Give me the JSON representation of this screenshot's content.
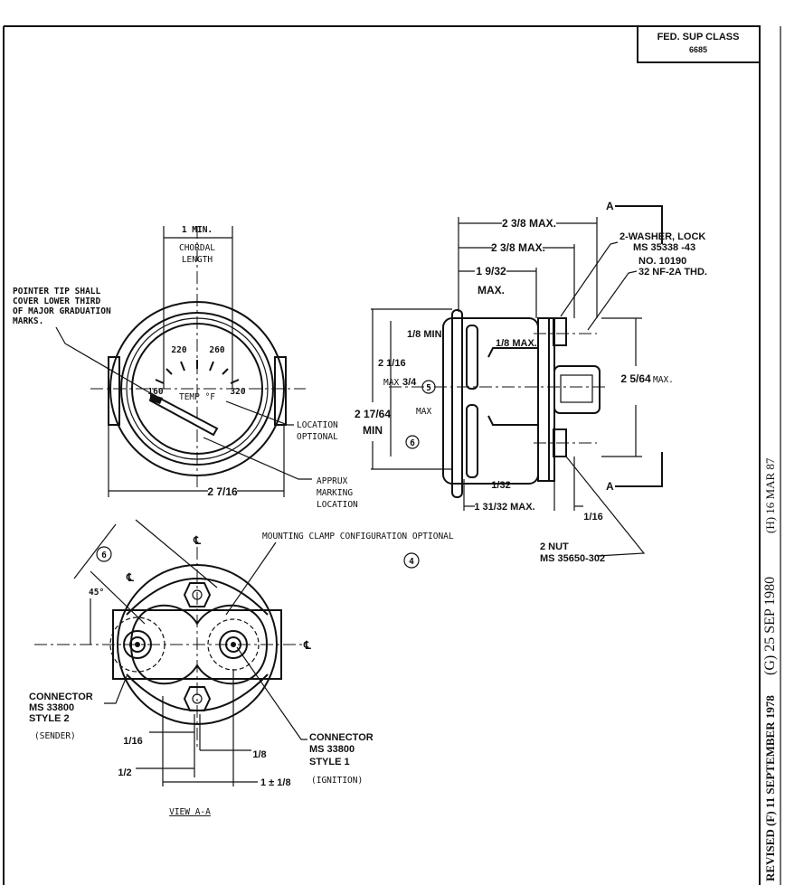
{
  "title_block": {
    "line1": "FED. SUP CLASS",
    "line2": "6685"
  },
  "revision_strip": {
    "revised_f": "REVISED (F) 11 SEPTEMBER 1978",
    "revised_g": "(G) 25 SEP 1980",
    "revised_h": "(H) 16 MAR 87"
  },
  "front_view": {
    "chordal_dim": "1 MIN.",
    "chordal_label_1": "CHORDAL",
    "chordal_label_2": "LENGTH",
    "scale": [
      "160",
      "220",
      "260",
      "320"
    ],
    "dial_label": "TEMP °F",
    "pointer_note": [
      "POINTER TIP SHALL",
      "COVER LOWER THIRD",
      "OF MAJOR GRADUATION",
      "MARKS."
    ],
    "location_note": [
      "LOCATION",
      "OPTIONAL"
    ],
    "marking_note": [
      "APPRUX",
      "MARKING",
      "LOCATION"
    ],
    "width_dim": "2 7/16"
  },
  "side_view": {
    "dim_overall": "2 3/8 MAX.",
    "dim_mid": "2 3/8 MAX.",
    "dim_body_1": "1 9/32",
    "dim_body_2": "MAX.",
    "dim_flange_min": "1/8 MIN.",
    "dim_flange_max": "1/8 MAX.",
    "dim_height_1": "2 1/16",
    "dim_height_2": "MAX",
    "dim_3_4": "3/4",
    "dim_3_4_max": "MAX",
    "dim_min_1": "2 17/64",
    "dim_min_2": "MIN",
    "dim_right_1": "2 5/64",
    "dim_right_2": "MAX.",
    "dim_1_32": "1/32",
    "dim_bottom": "1 31/32 MAX.",
    "dim_1_16": "1/16",
    "section_mark": "A",
    "washer_1": "2-WASHER, LOCK",
    "washer_2": "MS 35338 -43",
    "thread_1": "NO. 10190",
    "thread_2": "32 NF-2A THD.",
    "nut_1": "2 NUT",
    "nut_2": "MS 35650-302",
    "note_5": "5",
    "note_6": "6"
  },
  "mounting_note": "MOUNTING CLAMP CONFIGURATION OPTIONAL",
  "note_4": "4",
  "view_aa": {
    "title": "VIEW A-A",
    "angle": "45°",
    "note_6": "6",
    "centerline": "℄",
    "left_connector": [
      "CONNECTOR",
      "MS 33800",
      "STYLE 2",
      "(SENDER)"
    ],
    "right_connector": [
      "CONNECTOR",
      "MS 33800",
      "STYLE 1",
      "(IGNITION)"
    ],
    "dim_1_16": "1/16",
    "dim_1_8": "1/8",
    "dim_1_2": "1/2",
    "dim_1_pm": "1 ± 1/8"
  }
}
